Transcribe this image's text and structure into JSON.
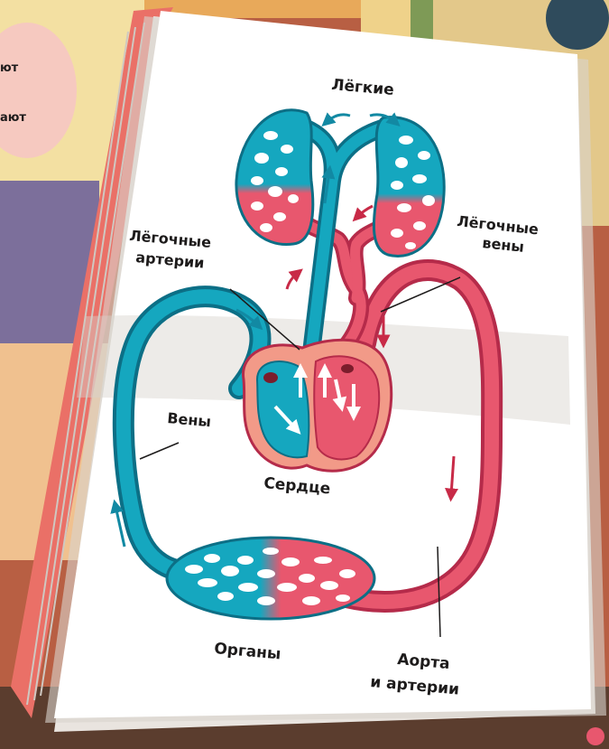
{
  "side_text": {
    "line1": "ют",
    "line2": "ают"
  },
  "labels": {
    "lungs": "Лёгкие",
    "pulmonary_arteries_1": "Лёгочные",
    "pulmonary_arteries_2": "артерии",
    "pulmonary_veins_1": "Лёгочные",
    "pulmonary_veins_2": "вены",
    "veins": "Вены",
    "heart": "Сердце",
    "organs": "Органы",
    "aorta_1": "Аорта",
    "aorta_2": "и артерии"
  },
  "colors": {
    "oxygen_poor_blood": "#15a7bf",
    "oxygen_rich_blood": "#e8576e",
    "vessel_outline": "#b52b4a",
    "page": "#ffffff",
    "book_edge": "#ea7067",
    "background": "#c9a88f"
  }
}
